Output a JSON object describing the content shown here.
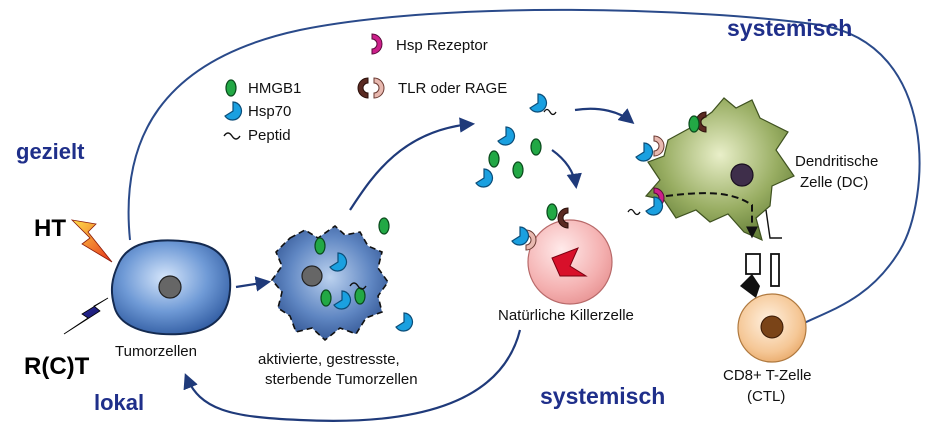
{
  "labels": {
    "systemisch_top": "systemisch",
    "systemisch_bottom": "systemisch",
    "gezielt": "gezielt",
    "lokal": "lokal",
    "ht": "HT",
    "rct": "R(C)T",
    "tumorzellen": "Tumorzellen",
    "activated_line1": "aktivierte, gestresste,",
    "activated_line2": "sterbende Tumorzellen",
    "nk_cell": "Natürliche Killerzelle",
    "dc_line1": "Dendritische",
    "dc_line2": "Zelle (DC)",
    "tcell_line1": "CD8+ T-Zelle",
    "tcell_line2": "(CTL)"
  },
  "legend": {
    "hmgb1": "HMGB1",
    "hsp70": "Hsp70",
    "peptid": "Peptid",
    "hsp_receptor": "Hsp Rezeptor",
    "tlr_rage": "TLR oder RAGE"
  },
  "colors": {
    "label_blue": "#1f2f8a",
    "arrow": "#1f3a7a",
    "hmgb1_green": "#22a845",
    "hsp70_blue": "#1aa0e0",
    "hsp_receptor": "#cc1f8a",
    "tlr_dark": "#5a2a22",
    "tlr_light": "#e8b9b0",
    "tumor_blue": "#5b86c8",
    "dc_green": "#7e9a48",
    "nk_pink": "#f6b8b8",
    "tcell_orange": "#f4c79a",
    "killer_red": "#d8102a"
  }
}
